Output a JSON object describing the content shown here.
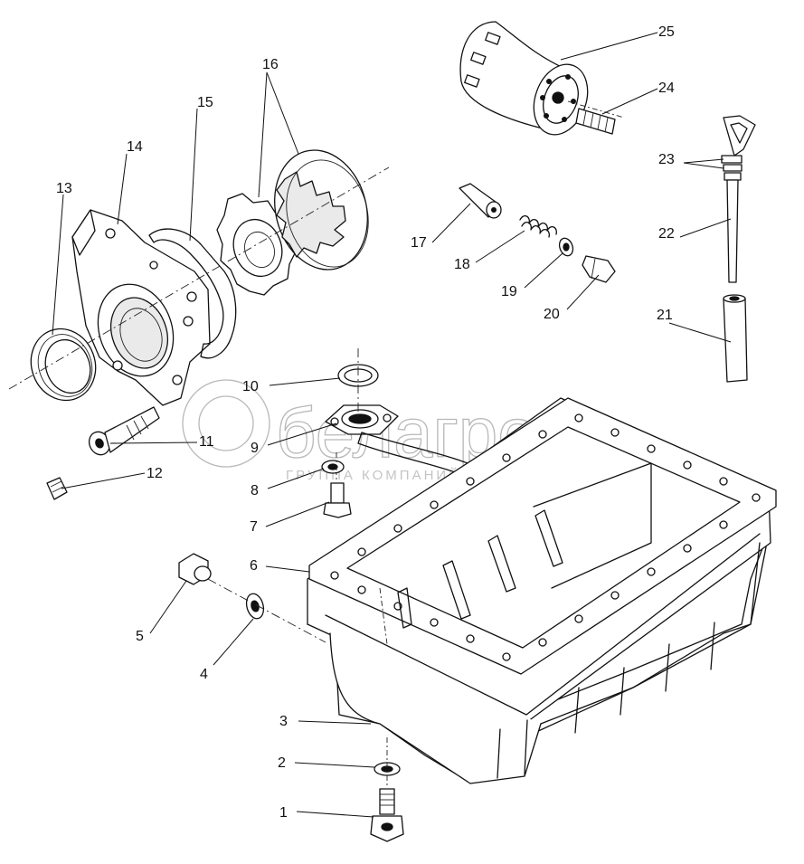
{
  "watermark": {
    "brand": "белагро",
    "tagline": "ГРУППА КОМПАНИЙ"
  },
  "callouts": [
    "1",
    "2",
    "3",
    "4",
    "5",
    "6",
    "7",
    "8",
    "9",
    "10",
    "11",
    "12",
    "13",
    "14",
    "15",
    "16",
    "17",
    "18",
    "19",
    "20",
    "21",
    "22",
    "23",
    "24",
    "25"
  ]
}
